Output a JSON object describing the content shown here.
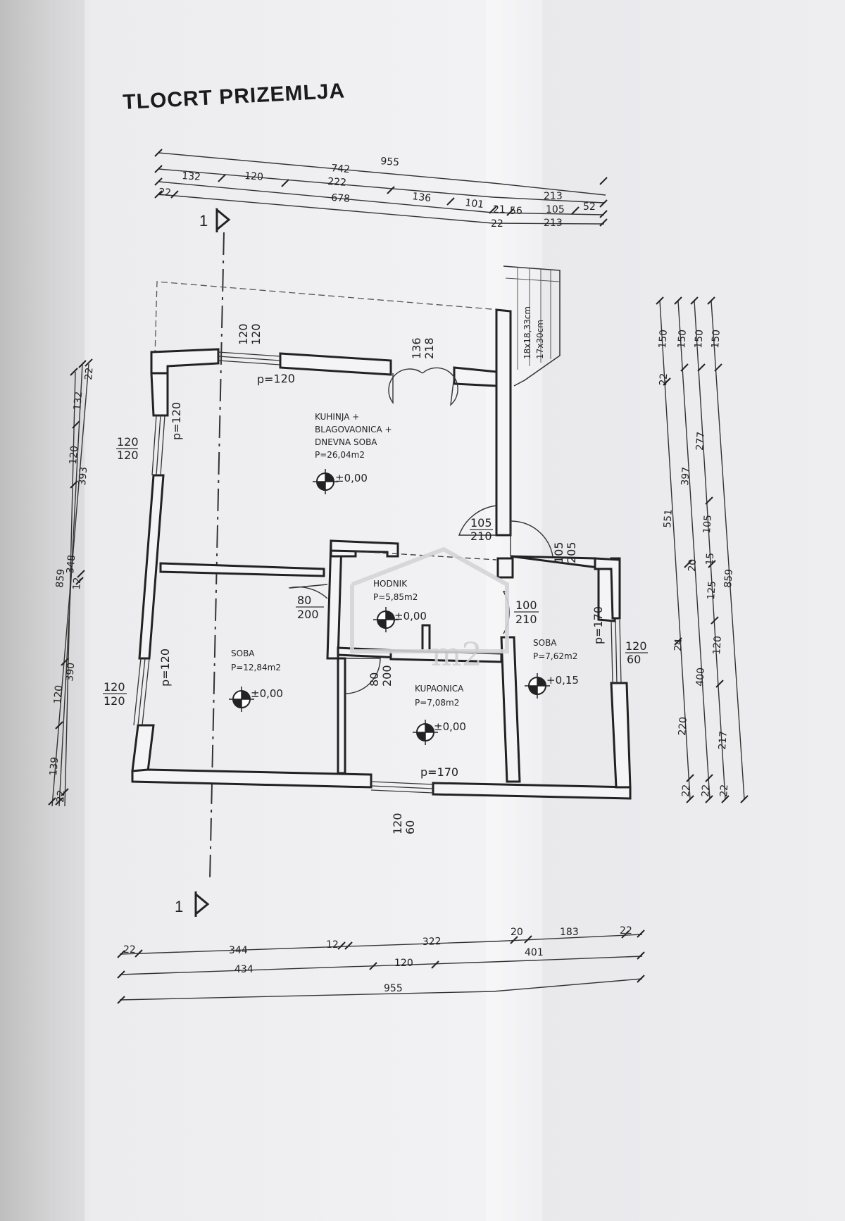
{
  "title": "TLOCRT PRIZEMLJA",
  "watermark": "m2",
  "section_label": "1",
  "dims": {
    "top": {
      "r1": "955",
      "r2": "742",
      "r3a": "132",
      "r3b": "120",
      "r3c": "222",
      "r4a": "22",
      "r4b": "678",
      "r4c": "136",
      "r4d": "101",
      "r4e": "21",
      "r4f": "56",
      "r4g": "105",
      "r4h": "52",
      "r3r": "213",
      "r5a": "22",
      "r5b": "213"
    },
    "bottom": {
      "r1a": "22",
      "r1b": "344",
      "r1c": "12",
      "r1d": "322",
      "r1e": "20",
      "r1f": "183",
      "r1g": "22",
      "r2a": "434",
      "r2b": "120",
      "r2c": "401",
      "r3": "955"
    },
    "left": {
      "a1": "22",
      "a2": "132",
      "a3": "120",
      "a4": "393",
      "a5": "348",
      "a6": "12",
      "a7": "390",
      "a8": "120",
      "a9": "139",
      "a10": "22",
      "total": "859"
    },
    "right": {
      "c1a": "150",
      "c1b": "22",
      "c1c": "551",
      "c1d": "24",
      "c1e": "220",
      "c1f": "22",
      "c2a": "150",
      "c2b": "397",
      "c2c": "20",
      "c2d": "400",
      "c2e": "22",
      "c3a": "150",
      "c3b": "277",
      "c3c": "105",
      "c3d": "15",
      "c3e": "125",
      "c3f": "120",
      "c3g": "217",
      "c3h": "22",
      "c4a": "150",
      "c4b": "859"
    }
  },
  "openings": {
    "w_top": [
      "120",
      "120"
    ],
    "w_top_p": "p=120",
    "door_main": [
      "136",
      "218"
    ],
    "w_left_top": [
      "120",
      "120"
    ],
    "w_left_top_p": "p=120",
    "w_left_bot": [
      "120",
      "120"
    ],
    "w_left_bot_p": "p=120",
    "w_bottom": [
      "120",
      "60"
    ],
    "w_bottom_p": "p=170",
    "w_right": [
      "120",
      "60"
    ],
    "w_right_p": "p=170",
    "d_kitchen": [
      "105",
      "210"
    ],
    "d_entry": [
      "105",
      "205"
    ],
    "d_soba_l": [
      "80",
      "200"
    ],
    "d_soba_r": [
      "100",
      "210"
    ],
    "d_kup": [
      "80",
      "200"
    ],
    "stair": [
      "18x18,33cm",
      "17x30cm"
    ]
  },
  "rooms": {
    "kuhinja": {
      "l1": "KUHINJA +",
      "l2": "BLAGOVAONICA +",
      "l3": "DNEVNA SOBA",
      "area": "P=26,04m2",
      "level": "±0,00"
    },
    "hodnik": {
      "name": "HODNIK",
      "area": "P=5,85m2",
      "level": "±0,00"
    },
    "soba_l": {
      "name": "SOBA",
      "area": "P=12,84m2",
      "level": "±0,00"
    },
    "kupaonica": {
      "name": "KUPAONICA",
      "area": "P=7,08m2",
      "level": "±0,00"
    },
    "soba_r": {
      "name": "SOBA",
      "area": "P=7,62m2",
      "level": "+0,15"
    }
  }
}
